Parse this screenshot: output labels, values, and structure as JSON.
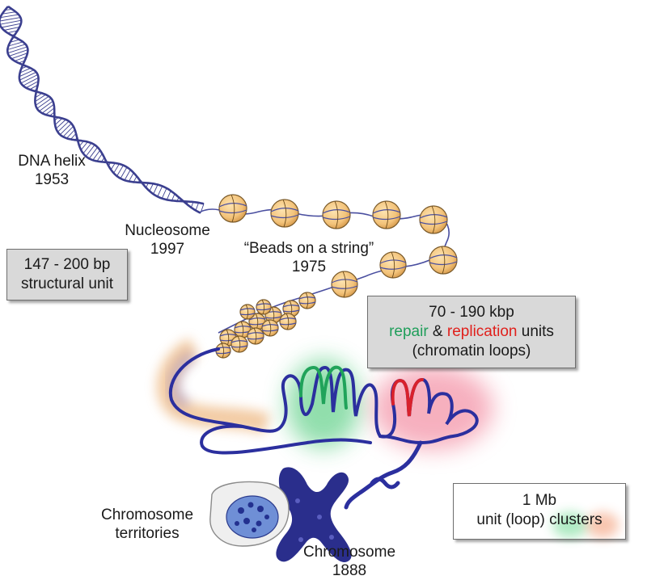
{
  "labels": {
    "dna_helix": {
      "name": "DNA helix",
      "year": "1953"
    },
    "nucleosome": {
      "name": "Nucleosome",
      "year": "1997"
    },
    "beads": {
      "name": "“Beads on a string”",
      "year": "1975"
    },
    "territories": {
      "line1": "Chromosome",
      "line2": "territories"
    },
    "chromosome": {
      "name": "Chromosome",
      "year": "1888"
    }
  },
  "boxes": {
    "structural": {
      "line1": "147 - 200 bp",
      "line2": "structural unit"
    },
    "units": {
      "line1": "70 - 190 kbp",
      "repair": "repair",
      "amp": " & ",
      "replication": "replication",
      "units_word": " units",
      "line3": "(chromatin loops)"
    },
    "clusters": {
      "line1": "1 Mb",
      "line2": "unit (loop) clusters"
    }
  },
  "colors": {
    "dna": "#3b3f8f",
    "bead_fill": "#f3c37a",
    "bead_stroke": "#7a5a2a",
    "repair": "#1f9e5a",
    "replication": "#e0201c",
    "loop_blue": "#2b2f9e",
    "box_bg": "#d9d9d9"
  }
}
